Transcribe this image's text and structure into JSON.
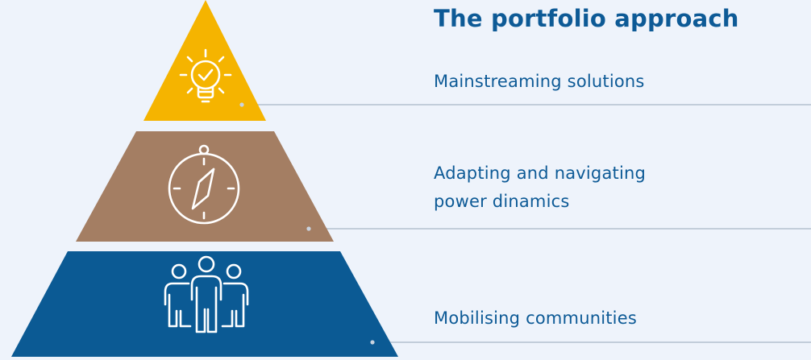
{
  "title": "The portfolio approach",
  "levels": [
    {
      "lines": [
        "Mainstreaming solutions"
      ],
      "icon": "lightbulb-check-icon",
      "color": "#f5b400"
    },
    {
      "lines": [
        "Adapting and navigating",
        "power dinamics"
      ],
      "icon": "compass-icon",
      "color": "#a47e63"
    },
    {
      "lines": [
        "Mobilising communities"
      ],
      "icon": "people-group-icon",
      "color": "#0b5a94"
    }
  ],
  "colors": {
    "background": "#eef3fb",
    "text": "#0d5a96",
    "connector": "#a9b6c6"
  }
}
